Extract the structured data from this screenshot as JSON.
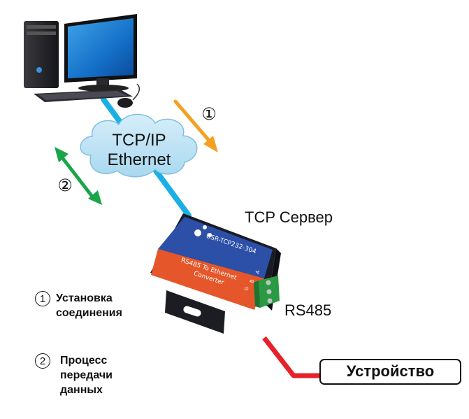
{
  "cloud": {
    "line1": "TCP/IP",
    "line2": "Ethernet"
  },
  "labels": {
    "tcp_server": "TCP Сервер",
    "rs485": "RS485",
    "device": "Устройство"
  },
  "markers": {
    "one": "①",
    "two": "②"
  },
  "legend": [
    {
      "num": "1",
      "line1": "Установка",
      "line2": "соединения"
    },
    {
      "num": "2",
      "line1": "Процесс передачи",
      "line2": "данных"
    }
  ],
  "converter": {
    "model": "USR-TCP232-304",
    "panel_line1": "RS485 To Ethernet",
    "panel_line2": "Converter",
    "terminal_labels": [
      "A",
      "B",
      "G"
    ]
  },
  "colors": {
    "ethernet_cable": "#1ab0e6",
    "serial_cable": "#e8202a",
    "connect_arrow": "#f5a020",
    "data_arrow": "#1aa54a",
    "cloud_fill": "#bfe3f4",
    "converter_blue": "#2c4fa8",
    "converter_orange": "#e5572a"
  },
  "icons": [
    "desktop-computer-icon",
    "cloud-icon",
    "converter-device-icon",
    "terminal-block-icon"
  ]
}
